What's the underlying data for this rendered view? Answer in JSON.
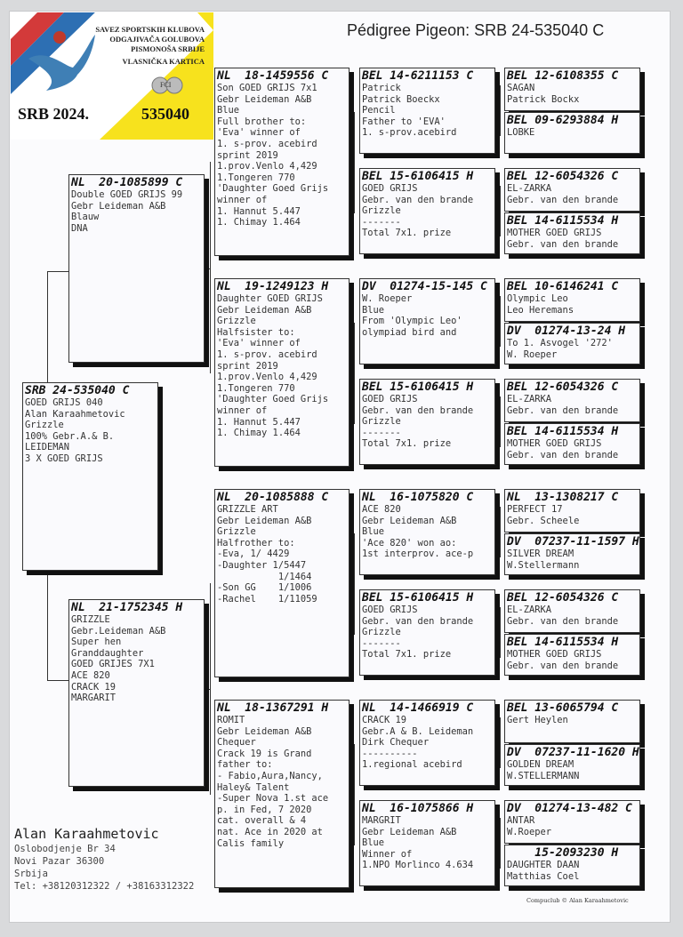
{
  "title": "Pédigree Pigeon: SRB 24-535040 C",
  "logo": {
    "org_lines": [
      "SAVEZ SPORTSKIH KLUBOVA",
      "ODGAJIVAČA GOLUBOVA",
      "PISMONOŠA SRBIJE",
      "VLASNIČKA KARTICA"
    ],
    "country_year": "SRB 2024.",
    "ring_number": "535040",
    "emblem_text": "FCI"
  },
  "gen0": [
    {
      "ring": "SRB 24-535040 C",
      "lines": [
        "GOED GRIJS 040",
        "Alan Karaahmetovic",
        "Grizzle",
        "100% Gebr.A.& B.",
        "LEIDEMAN",
        "3 X GOED GRIJS"
      ]
    }
  ],
  "gen1": [
    {
      "ring": "NL  20-1085899 C",
      "lines": [
        "Double GOED GRIJS 99",
        "Gebr Leideman A&B",
        "Blauw",
        "DNA"
      ]
    },
    {
      "ring": "NL  21-1752345 H",
      "lines": [
        "GRIZZLE",
        "Gebr.Leideman A&B",
        "Super hen",
        "Granddaughter",
        "GOED GRIJES 7X1",
        "ACE 820",
        "CRACK 19",
        "MARGARIT"
      ]
    }
  ],
  "gen2": [
    {
      "ring": "NL  18-1459556 C",
      "lines": [
        "Son GOED GRIJS 7x1",
        "Gebr Leideman A&B",
        "Blue",
        "Full brother to:",
        "'Eva' winner of",
        "1. s-prov. acebird",
        "sprint 2019",
        "1.prov.Venlo 4,429",
        "1.Tongeren 770",
        "'Daughter Goed Grijs",
        "winner of",
        "1. Hannut 5.447",
        "1. Chimay 1.464"
      ]
    },
    {
      "ring": "NL  19-1249123 H",
      "lines": [
        "Daughter GOED GRIJS",
        "Gebr Leideman A&B",
        "Grizzle",
        "Halfsister to:",
        "'Eva' winner of",
        "1. s-prov. acebird",
        "sprint 2019",
        "1.prov.Venlo 4,429",
        "1.Tongeren 770",
        "'Daughter Goed Grijs",
        "winner of",
        "1. Hannut 5.447",
        "1. Chimay 1.464"
      ]
    },
    {
      "ring": "NL  20-1085888 C",
      "lines": [
        "GRIZZLE ART",
        "Gebr Leideman A&B",
        "Grizzle",
        "Halfrother to:",
        "",
        "-Eva, 1/ 4429",
        "-Daughter 1/5447",
        "           1/1464",
        "-Son GG    1/1006",
        "-Rachel    1/11059"
      ]
    },
    {
      "ring": "NL  18-1367291 H",
      "lines": [
        "ROMIT",
        "Gebr Leideman A&B",
        "Chequer",
        "Crack 19 is Grand",
        "father to:",
        "- Fabio,Aura,Nancy,",
        "Haley& Talent",
        "-Super Nova 1.st ace",
        "p. in Fed, 7 2020",
        "cat. overall & 4",
        "nat. Ace in 2020 at",
        "Calis family"
      ]
    }
  ],
  "gen3": [
    {
      "ring": "BEL 14-6211153 C",
      "lines": [
        "Patrick",
        "Patrick Boeckx",
        "Pencil",
        "Father to 'EVA'",
        "1. s-prov.acebird"
      ]
    },
    {
      "ring": "BEL 15-6106415 H",
      "lines": [
        "GOED GRIJS",
        "Gebr. van den brande",
        "Grizzle",
        "-------",
        "Total 7x1. prize"
      ]
    },
    {
      "ring": "DV  01274-15-145 C",
      "lines": [
        "",
        "W. Roeper",
        "Blue",
        "From 'Olympic Leo'",
        "olympiad bird and"
      ]
    },
    {
      "ring": "BEL 15-6106415 H",
      "lines": [
        "GOED GRIJS",
        "Gebr. van den brande",
        "Grizzle",
        "-------",
        "Total 7x1. prize"
      ]
    },
    {
      "ring": "NL  16-1075820 C",
      "lines": [
        "ACE 820",
        "Gebr Leideman A&B",
        "Blue",
        "'Ace 820' won ao:",
        "1st interprov. ace-p"
      ]
    },
    {
      "ring": "BEL 15-6106415 H",
      "lines": [
        "GOED GRIJS",
        "Gebr. van den brande",
        "Grizzle",
        "-------",
        "Total 7x1. prize"
      ]
    },
    {
      "ring": "NL  14-1466919 C",
      "lines": [
        "CRACK 19",
        "Gebr.A & B. Leideman",
        "Dirk Chequer",
        "----------",
        "1.regional acebird"
      ]
    },
    {
      "ring": "NL  16-1075866 H",
      "lines": [
        "MARGRIT",
        "Gebr Leideman A&B",
        "Blue",
        "Winner of",
        "1.NPO Morlinco 4.634"
      ]
    }
  ],
  "gen4": [
    {
      "ring": "BEL 12-6108355 C",
      "lines": [
        "SAGAN",
        "Patrick Bockx"
      ]
    },
    {
      "ring": "BEL 09-6293884 H",
      "lines": [
        "LOBKE"
      ]
    },
    {
      "ring": "BEL 12-6054326 C",
      "lines": [
        "EL-ZARKA",
        "Gebr. van den brande"
      ]
    },
    {
      "ring": "BEL 14-6115534 H",
      "lines": [
        "MOTHER GOED GRIJS",
        "Gebr. van den brande"
      ]
    },
    {
      "ring": "BEL 10-6146241 C",
      "lines": [
        "Olympic Leo",
        "Leo Heremans"
      ]
    },
    {
      "ring": "DV  01274-13-24 H",
      "lines": [
        "To 1. Asvogel '272'",
        "W. Roeper"
      ]
    },
    {
      "ring": "BEL 12-6054326 C",
      "lines": [
        "EL-ZARKA",
        "Gebr. van den brande"
      ]
    },
    {
      "ring": "BEL 14-6115534 H",
      "lines": [
        "MOTHER GOED GRIJS",
        "Gebr. van den brande"
      ]
    },
    {
      "ring": "NL  13-1308217 C",
      "lines": [
        "PERFECT 17",
        "Gebr. Scheele"
      ]
    },
    {
      "ring": "DV  07237-11-1597 H",
      "lines": [
        "SILVER DREAM",
        "W.Stellermann"
      ]
    },
    {
      "ring": "BEL 12-6054326 C",
      "lines": [
        "EL-ZARKA",
        "Gebr. van den brande"
      ]
    },
    {
      "ring": "BEL 14-6115534 H",
      "lines": [
        "MOTHER GOED GRIJS",
        "Gebr. van den brande"
      ]
    },
    {
      "ring": "BEL 13-6065794 C",
      "lines": [
        "",
        "Gert Heylen"
      ]
    },
    {
      "ring": "DV  07237-11-1620 H",
      "lines": [
        "GOLDEN DREAM",
        "W.STELLERMANN"
      ]
    },
    {
      "ring": "DV  01274-13-482 C",
      "lines": [
        "ANTAR",
        "W.Roeper"
      ]
    },
    {
      "ring": "    15-2093230 H",
      "lines": [
        "DAUGHTER DAAN",
        "Matthias Coel"
      ]
    }
  ],
  "owner": {
    "name": "Alan Karaahmetovic",
    "address1": "Oslobodjenje Br 34",
    "address2": "Novi Pazar 36300",
    "country": "Srbija",
    "phone": "Tel: +38120312322 / +38163312322"
  },
  "copyright": "Compuclub © Alan Karaahmetovic"
}
